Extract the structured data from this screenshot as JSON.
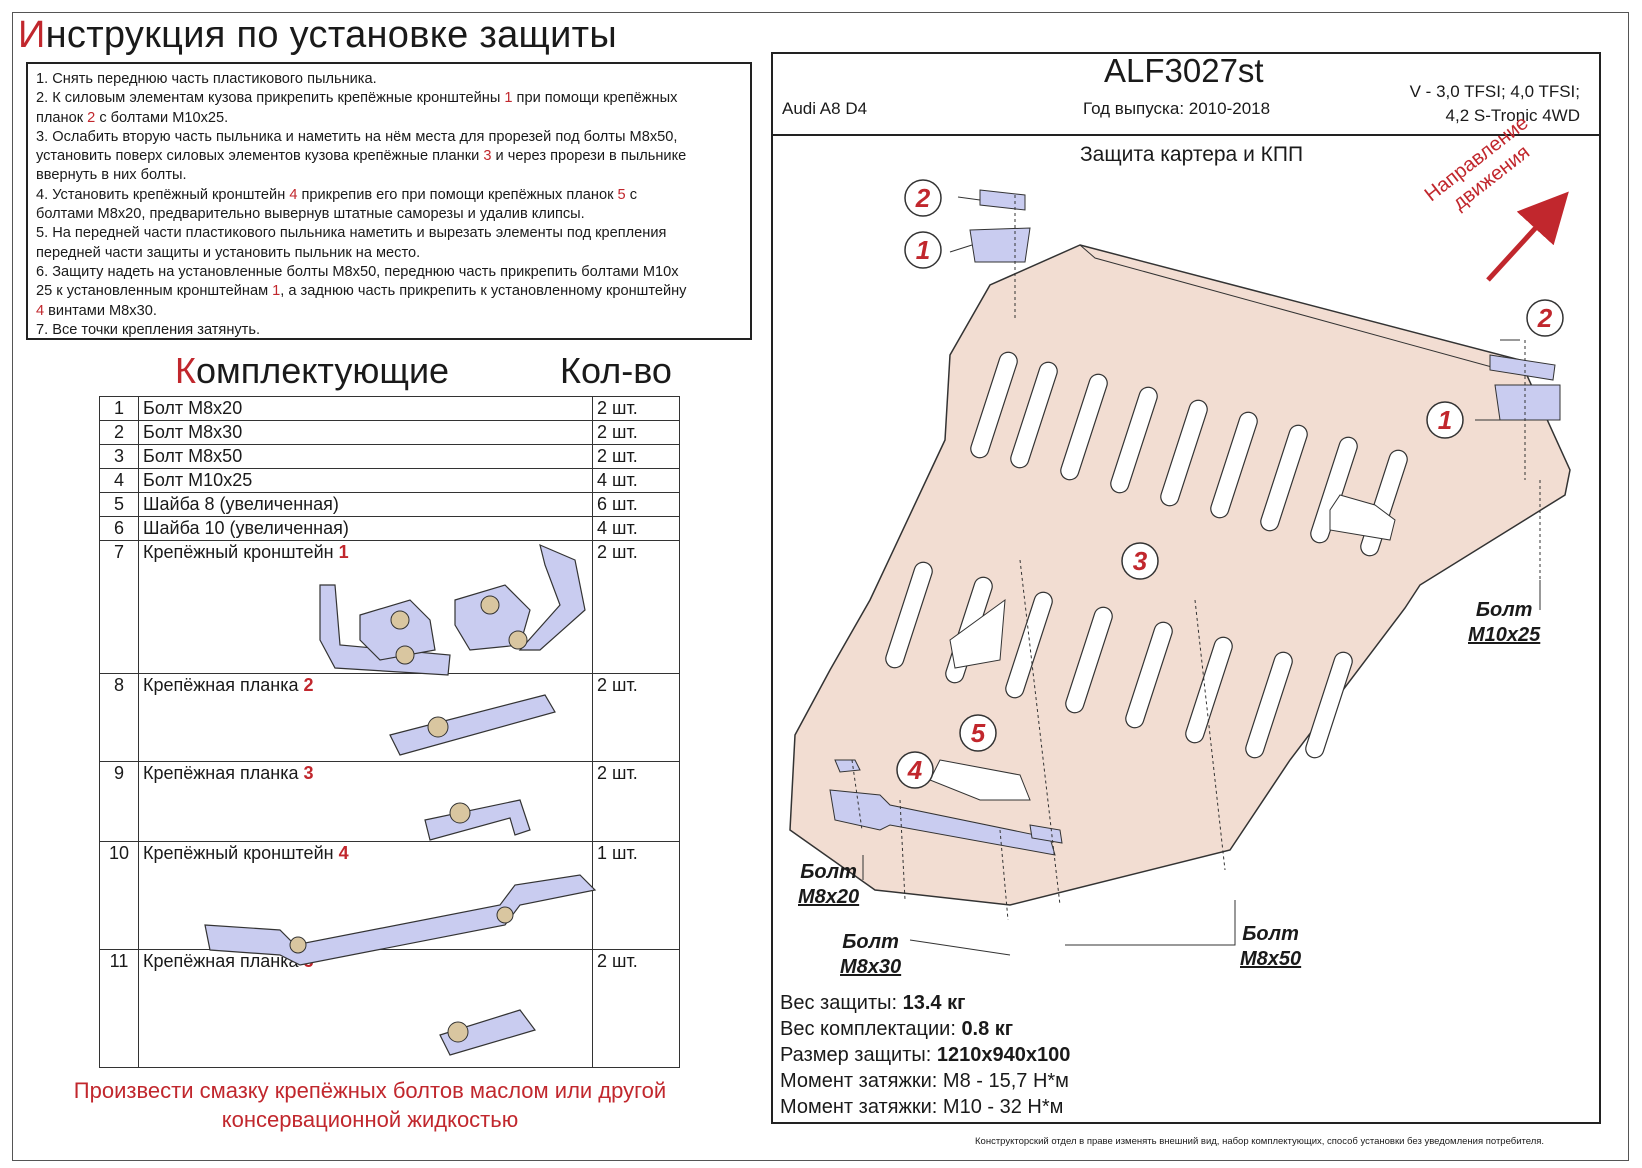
{
  "title": {
    "first_letter": "И",
    "rest": "нструкция по установке защиты"
  },
  "instructions": [
    [
      {
        "t": "1. Снять переднюю часть пластикового пыльника."
      }
    ],
    [
      {
        "t": "2. К силовым элементам кузова прикрепить крепёжные кронштейны "
      },
      {
        "t": "1",
        "r": true
      },
      {
        "t": " при помощи крепёжных"
      }
    ],
    [
      {
        "t": "планок "
      },
      {
        "t": "2",
        "r": true
      },
      {
        "t": " с болтами М10х25."
      }
    ],
    [
      {
        "t": "3. Ослабить вторую часть пыльника и наметить на нём места для прорезей под болты М8х50,"
      }
    ],
    [
      {
        "t": "установить поверх силовых элементов кузова крепёжные планки "
      },
      {
        "t": "3",
        "r": true
      },
      {
        "t": " и через прорези в пыльнике"
      }
    ],
    [
      {
        "t": "ввернуть в них болты."
      }
    ],
    [
      {
        "t": "4. Установить крепёжный кронштейн "
      },
      {
        "t": "4",
        "r": true
      },
      {
        "t": " прикрепив его при помощи крепёжных планок "
      },
      {
        "t": "5",
        "r": true
      },
      {
        "t": " с"
      }
    ],
    [
      {
        "t": "болтами М8х20, предварительно вывернув штатные саморезы и удалив клипсы."
      }
    ],
    [
      {
        "t": "5. На передней части пластикового пыльника наметить и вырезать элементы под крепления"
      }
    ],
    [
      {
        "t": "передней части защиты и установить пыльник на место."
      }
    ],
    [
      {
        "t": "6. Защиту надеть на установленные болты М8х50, переднюю часть прикрепить болтами М10х"
      }
    ],
    [
      {
        "t": "25 к установленным кронштейнам "
      },
      {
        "t": "1",
        "r": true
      },
      {
        "t": ", а заднюю часть прикрепить к установленному кронштейну"
      }
    ],
    [
      {
        "t": "4",
        "r": true
      },
      {
        "t": " винтами М8х30."
      }
    ],
    [
      {
        "t": "7. Все точки крепления затянуть."
      }
    ]
  ],
  "components_heading": {
    "first_letter": "К",
    "rest": "омплектующие"
  },
  "qty_heading": "Кол-во",
  "parts": [
    {
      "n": "1",
      "name": "Болт М8х20",
      "ref": "",
      "qty": "2 шт."
    },
    {
      "n": "2",
      "name": "Болт М8х30",
      "ref": "",
      "qty": "2 шт."
    },
    {
      "n": "3",
      "name": "Болт М8х50",
      "ref": "",
      "qty": "2 шт."
    },
    {
      "n": "4",
      "name": "Болт М10х25",
      "ref": "",
      "qty": "4 шт."
    },
    {
      "n": "5",
      "name": "Шайба 8 (увеличенная)",
      "ref": "",
      "qty": "6 шт."
    },
    {
      "n": "6",
      "name": "Шайба 10 (увеличенная)",
      "ref": "",
      "qty": "4 шт."
    },
    {
      "n": "7",
      "name": "Крепёжный кронштейн",
      "ref": "1",
      "qty": "2 шт."
    },
    {
      "n": "8",
      "name": "Крепёжная планка",
      "ref": "2",
      "qty": "2 шт."
    },
    {
      "n": "9",
      "name": "Крепёжная планка",
      "ref": "3",
      "qty": "2 шт."
    },
    {
      "n": "10",
      "name": "Крепёжный кронштейн",
      "ref": "4",
      "qty": "1 шт."
    },
    {
      "n": "11",
      "name": "Крепёжная планка",
      "ref": "5",
      "qty": "2 шт."
    }
  ],
  "note": [
    "Произвести смазку крепёжных болтов маслом или другой",
    "консервационной жидкостью"
  ],
  "product": {
    "code": "ALF3027st",
    "car": "Audi A8 D4",
    "year": "Год выпуска: 2010-2018",
    "engine_1": "V - 3,0 TFSI; 4,0 TFSI;",
    "engine_2": "4,2 S-Tronic 4WD",
    "subtitle": "Защита картера и КПП"
  },
  "direction": [
    "Направление",
    "движения"
  ],
  "callouts": [
    "1",
    "2",
    "3",
    "4",
    "5"
  ],
  "bolt_labels": {
    "m10x25": [
      "Болт",
      "М10х25"
    ],
    "m8x20": [
      "Болт",
      "М8х20"
    ],
    "m8x30": [
      "Болт",
      "М8х30"
    ],
    "m8x50": [
      "Болт",
      "М8х50"
    ]
  },
  "specs": [
    {
      "label": "Вес защиты: ",
      "value": "13.4 кг",
      "bold": true
    },
    {
      "label": "Вес комплектации: ",
      "value": "0.8 кг",
      "bold": true
    },
    {
      "label": "Размер защиты: ",
      "value": "1210х940х100",
      "bold": true
    },
    {
      "label": "Момент затяжки: ",
      "value": "М8 - 15,7 Н*м",
      "bold": false
    },
    {
      "label": "Момент затяжки: ",
      "value": "М10 - 32 Н*м",
      "bold": false
    }
  ],
  "disclaimer": "Конструкторский отдел в праве изменять внешний вид, набор комплектующих, способ установки без уведомления потребителя.",
  "colors": {
    "accent": "#c1272d",
    "plate": "#f2ddd2",
    "part": "#c9ccf0",
    "outline": "#333333"
  }
}
